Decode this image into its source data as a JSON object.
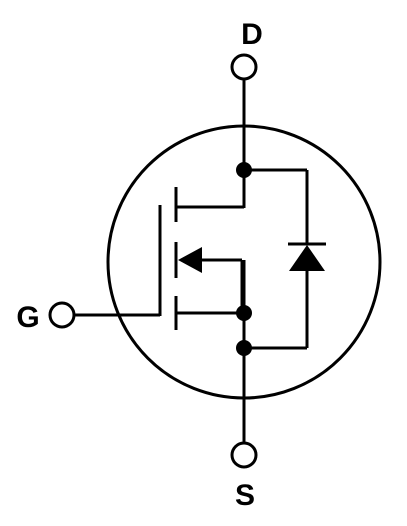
{
  "terminals": {
    "drain": "D",
    "gate": "G",
    "source": "S"
  },
  "colors": {
    "stroke": "#000000",
    "background": "#ffffff"
  }
}
